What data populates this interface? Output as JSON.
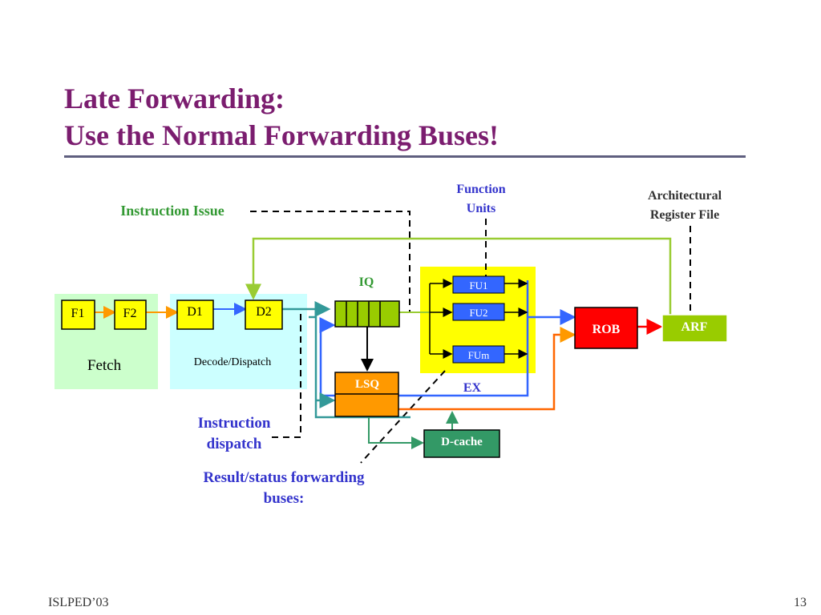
{
  "slide": {
    "title_line1": "Late Forwarding:",
    "title_line2": "Use the Normal Forwarding Buses!",
    "footer_left": "ISLPED’03",
    "footer_right": "13"
  },
  "diagram": {
    "labels": {
      "instruction_issue": "Instruction Issue",
      "function_units_1": "Function",
      "function_units_2": "Units",
      "arch_reg_file_1": "Architectural",
      "arch_reg_file_2": "Register File",
      "instruction_dispatch_1": "Instruction",
      "instruction_dispatch_2": "dispatch",
      "forwarding_buses_1": "Result/status forwarding",
      "forwarding_buses_2": "buses:",
      "iq": "IQ",
      "ex": "EX",
      "fetch": "Fetch",
      "decode_dispatch": "Decode/Dispatch"
    },
    "blocks": {
      "f1": "F1",
      "f2": "F2",
      "d1": "D1",
      "d2": "D2",
      "fu1": "FU1",
      "fu2": "FU2",
      "fum": "FUm",
      "lsq": "LSQ",
      "dcache": "D-cache",
      "rob": "ROB",
      "arf": "ARF"
    },
    "colors": {
      "title": "#7b1d6f",
      "fetch_region": "#ccffcc",
      "decode_region": "#ccffff",
      "ex_region": "#ffff00",
      "stage_box": "#ffff00",
      "fu_box": "#3366ff",
      "iq_box": "#99cc00",
      "lsq_box": "#ff9900",
      "dcache_box": "#339966",
      "rob_box": "#ff0000",
      "arf_box": "#99cc00",
      "label_green": "#339933",
      "label_blue": "#3333cc",
      "wire_orange": "#ff9900",
      "wire_blue": "#3366ff",
      "wire_teal": "#339999",
      "wire_green": "#99cc33",
      "wire_red": "#ff0000",
      "wire_orange_dark": "#ff6600"
    }
  }
}
